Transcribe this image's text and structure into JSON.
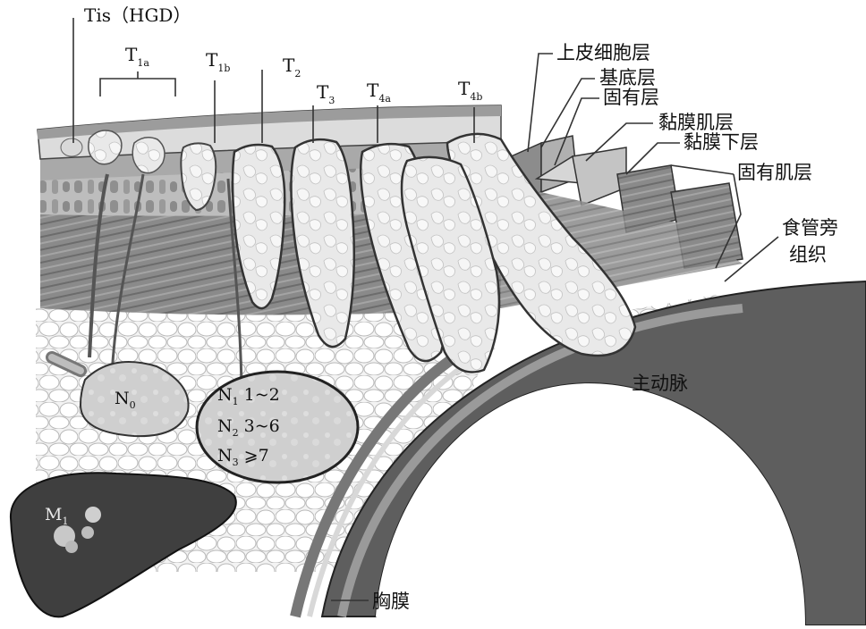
{
  "t_stages": {
    "tis": "Tis（HGD）",
    "t1a": {
      "main": "T",
      "sub": "1a"
    },
    "t1b": {
      "main": "T",
      "sub": "1b"
    },
    "t2": {
      "main": "T",
      "sub": "2"
    },
    "t3": {
      "main": "T",
      "sub": "3"
    },
    "t4a": {
      "main": "T",
      "sub": "4a"
    },
    "t4b": {
      "main": "T",
      "sub": "4b"
    }
  },
  "layers": {
    "epithelium": "上皮细胞层",
    "basal": "基底层",
    "lamina_propria": "固有层",
    "muscularis_mucosae": "黏膜肌层",
    "submucosa": "黏膜下层",
    "muscularis_propria": "固有肌层",
    "adventitia_line1": "食管旁",
    "adventitia_line2": "组织"
  },
  "structures": {
    "aorta": "主动脉",
    "pleura": "胸膜"
  },
  "nodes": {
    "n0": {
      "main": "N",
      "sub": "0"
    },
    "n1": {
      "main": "N",
      "sub": "1",
      "value": " 1~2"
    },
    "n2": {
      "main": "N",
      "sub": "2",
      "value": " 3~6"
    },
    "n3": {
      "main": "N",
      "sub": "3",
      "value": " ⩾7"
    },
    "m1": {
      "main": "M",
      "sub": "1"
    }
  }
}
